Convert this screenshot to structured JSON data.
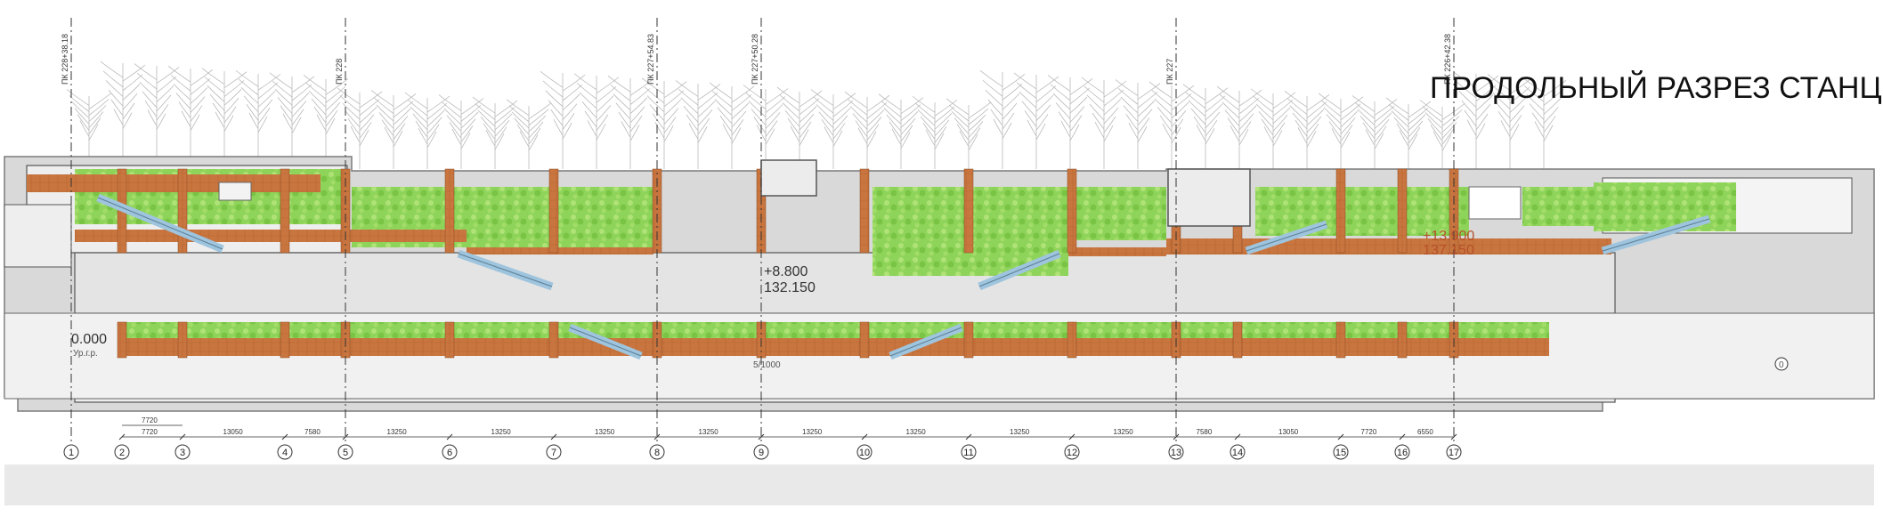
{
  "title": "ПРОДОЛЬНЫЙ РАЗРЕЗ СТАНЦИИ",
  "pickets": [
    {
      "label": "ПК 228+38.18",
      "axis": 1
    },
    {
      "label": "ПК 228",
      "axis": 5
    },
    {
      "label": "ПК 227+54.83",
      "axis": 8
    },
    {
      "label": "ПК 227+50.28",
      "axis": 9
    },
    {
      "label": "ПК 227",
      "axis": 13
    },
    {
      "label": "ПК 226+42.38",
      "axis": 17
    }
  ],
  "levels": {
    "ground": {
      "elev": "0.000",
      "note": "Ур.г.р."
    },
    "mid": {
      "rel": "+8.800",
      "abs": "132.150"
    },
    "upper": {
      "rel": "+13.900",
      "abs": "137.150"
    }
  },
  "slope": "5/1000",
  "marker_zero": "0",
  "axes": [
    "1",
    "2",
    "3",
    "4",
    "5",
    "6",
    "7",
    "8",
    "9",
    "10",
    "11",
    "12",
    "13",
    "14",
    "15",
    "16",
    "17"
  ],
  "dims_top": [
    "7720"
  ],
  "dims_bottom": [
    "7720",
    "13050",
    "7580",
    "13250",
    "13250",
    "13250",
    "13250",
    "13250",
    "13250",
    "13250",
    "13250",
    "7580",
    "13050",
    "7720",
    "6550"
  ],
  "colors": {
    "foliage": "#8fd45a",
    "terracotta": "#c9753f",
    "concrete": "#e7e7e7",
    "fill": "#d9d9d9",
    "glass": "#9ec4de",
    "outline": "#555555"
  }
}
